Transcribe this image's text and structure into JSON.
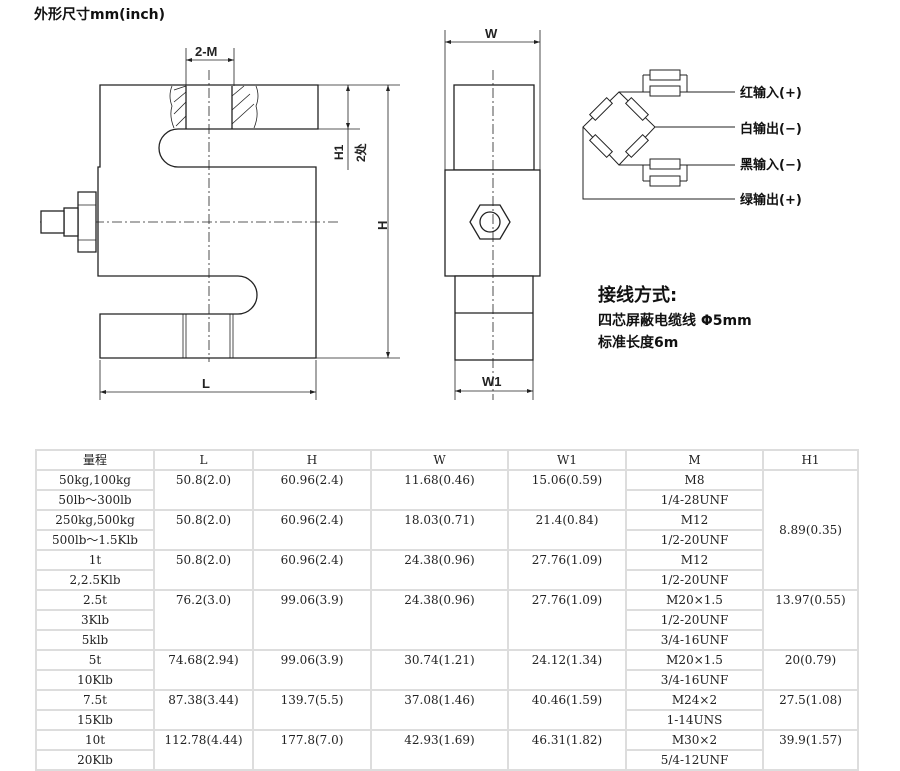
{
  "title": "外形尺寸mm(inch)",
  "drawing": {
    "front_labels": {
      "m": "2-M",
      "h1": "H1",
      "h1_note": "2处",
      "h": "H",
      "l": "L"
    },
    "side_labels": {
      "w": "W",
      "w1": "W1"
    }
  },
  "wiring": {
    "labels": [
      "红输入(+)",
      "白输出(−)",
      "黑输入(−)",
      "绿输出(+)"
    ],
    "heading": "接线方式:",
    "cable": "四芯屏蔽电缆线 Φ5mm",
    "length": "标准长度6m"
  },
  "table": {
    "headers": [
      "量程",
      "L",
      "H",
      "W",
      "W1",
      "M",
      "H1"
    ],
    "groups": [
      {
        "ranges": [
          "50kg,100kg",
          "50lb～300lb"
        ],
        "L": "50.8(2.0)",
        "H": "60.96(2.4)",
        "W": "11.68(0.46)",
        "W1": "15.06(0.59)",
        "M": [
          "M8",
          "1/4-28UNF"
        ]
      },
      {
        "ranges": [
          "250kg,500kg",
          "500lb～1.5Klb"
        ],
        "L": "50.8(2.0)",
        "H": "60.96(2.4)",
        "W": "18.03(0.71)",
        "W1": "21.4(0.84)",
        "M": [
          "M12",
          "1/2-20UNF"
        ]
      },
      {
        "ranges": [
          "1t",
          "2,2.5Klb"
        ],
        "L": "50.8(2.0)",
        "H": "60.96(2.4)",
        "W": "24.38(0.96)",
        "W1": "27.76(1.09)",
        "M": [
          "M12",
          "1/2-20UNF"
        ]
      },
      {
        "ranges": [
          "2.5t",
          "3Klb",
          "5klb"
        ],
        "L": "76.2(3.0)",
        "H": "99.06(3.9)",
        "W": "24.38(0.96)",
        "W1": "27.76(1.09)",
        "M": [
          "M20×1.5",
          "1/2-20UNF",
          "3/4-16UNF"
        ]
      },
      {
        "ranges": [
          "5t",
          "10Klb"
        ],
        "L": "74.68(2.94)",
        "H": "99.06(3.9)",
        "W": "30.74(1.21)",
        "W1": "24.12(1.34)",
        "M": [
          "M20×1.5",
          "3/4-16UNF"
        ]
      },
      {
        "ranges": [
          "7.5t",
          "15Klb"
        ],
        "L": "87.38(3.44)",
        "H": "139.7(5.5)",
        "W": "37.08(1.46)",
        "W1": "40.46(1.59)",
        "M": [
          "M24×2",
          "1-14UNS"
        ]
      },
      {
        "ranges": [
          "10t",
          "20Klb"
        ],
        "L": "112.78(4.44)",
        "H": "177.8(7.0)",
        "W": "42.93(1.69)",
        "W1": "46.31(1.82)",
        "M": [
          "M30×2",
          "5/4-12UNF"
        ]
      }
    ],
    "h1": [
      {
        "value": "8.89(0.35)",
        "groups": 3
      },
      {
        "value": "13.97(0.55)",
        "groups": 1
      },
      {
        "value": "20(0.79)",
        "groups": 1
      },
      {
        "value": "27.5(1.08)",
        "groups": 1
      },
      {
        "value": "39.9(1.57)",
        "groups": 1
      }
    ]
  }
}
